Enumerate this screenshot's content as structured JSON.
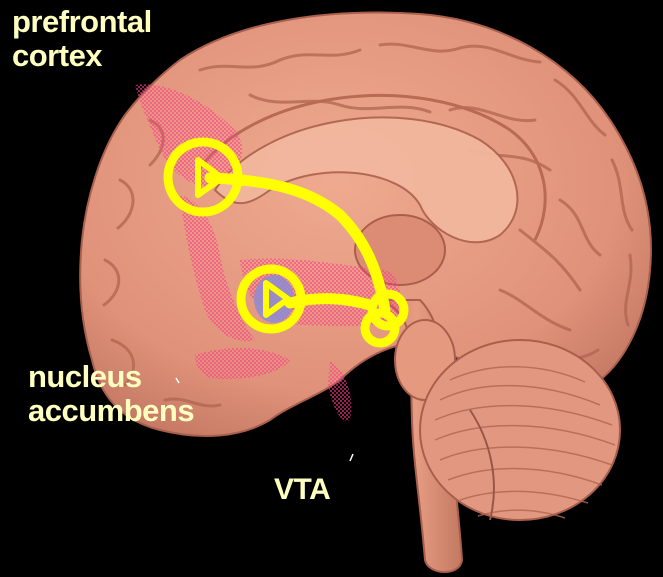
{
  "labels": {
    "prefrontal_line1": "prefrontal",
    "prefrontal_line2": "cortex",
    "nacc_line1": "nucleus",
    "nacc_line2": "accumbens",
    "vta": "VTA"
  },
  "colors": {
    "background": "#000000",
    "label_text": "#ffffc0",
    "brain_tissue": "#e4967c",
    "brain_shadow": "#b86a55",
    "brain_highlight": "#f8c2aa",
    "pathway": "#ffff00",
    "region_highlight": "#ff3c8c",
    "nacc_fill": "#8c8cd2"
  },
  "diagram": {
    "subject": "midsagittal brain section",
    "nodes": [
      "prefrontal cortex",
      "nucleus accumbens",
      "VTA"
    ],
    "pathways": [
      "VTA to prefrontal cortex",
      "VTA to nucleus accumbens"
    ]
  }
}
